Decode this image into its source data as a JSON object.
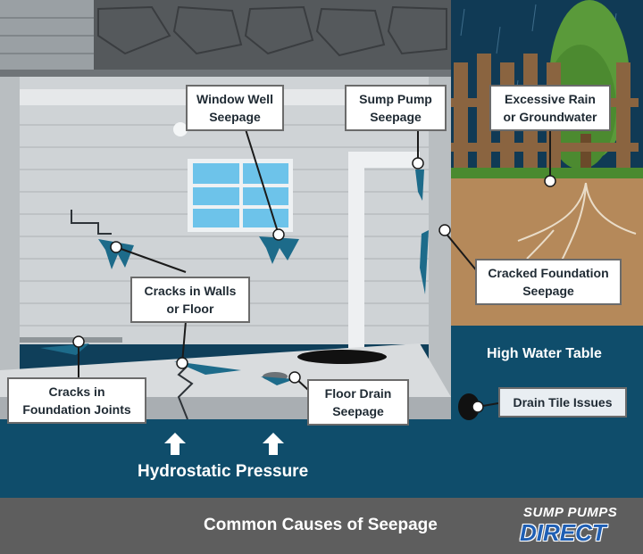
{
  "callouts": {
    "window_well": [
      "Window Well",
      "Seepage"
    ],
    "sump_pump": [
      "Sump Pump",
      "Seepage"
    ],
    "excessive_rain": [
      "Excessive Rain",
      "or Groundwater"
    ],
    "cracked_foundation": [
      "Cracked Foundation",
      "Seepage"
    ],
    "cracks_walls": [
      "Cracks in Walls",
      "or Floor"
    ],
    "cracks_joints": [
      "Cracks in",
      "Foundation Joints"
    ],
    "floor_drain": [
      "Floor Drain",
      "Seepage"
    ],
    "drain_tile": "Drain Tile Issues"
  },
  "labels": {
    "high_water_table": "High Water Table",
    "hydrostatic_pressure": "Hydrostatic Pressure",
    "footer_title": "Common Causes of Seepage"
  },
  "brand": {
    "line1": "SUMP PUMPS",
    "line2": "DIRECT"
  },
  "colors": {
    "water": "#0f4d6b",
    "footer": "#5e5e5e",
    "wall": "#cfd3d6",
    "soil": "#b5895a",
    "brand_blue": "#1f5fb4"
  }
}
